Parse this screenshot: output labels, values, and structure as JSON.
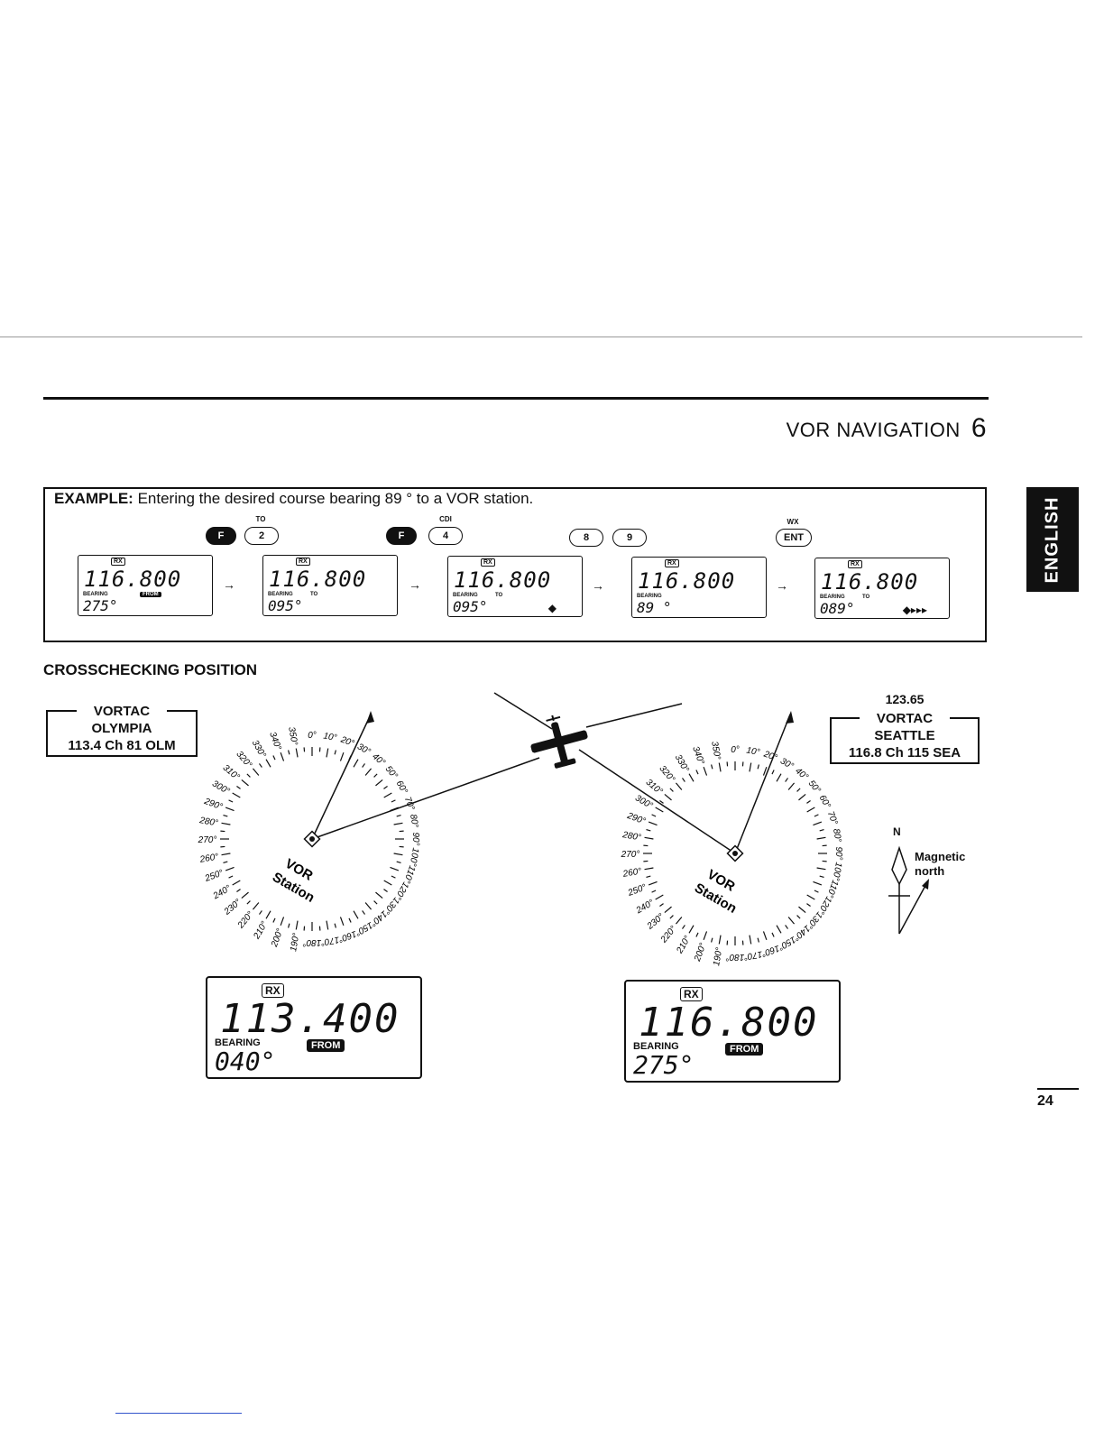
{
  "header": {
    "section_title": "VOR NAVIGATION",
    "section_number": "6"
  },
  "side_tab": {
    "label": "ENGLISH"
  },
  "example": {
    "label": "EXAMPLE:",
    "text": "Entering the desired course bearing 89 ° to a VOR station.",
    "keys": {
      "f1": "F",
      "k2": "2",
      "k2_label": "TO",
      "f2": "F",
      "k4": "4",
      "k4_label": "CDI",
      "k8": "8",
      "k9": "9",
      "ent": "ENT",
      "ent_label": "WX"
    },
    "displays": [
      {
        "rx": "RX",
        "freq": "116.800",
        "bearing_label": "BEARING",
        "to_label": "",
        "bearing": "275°",
        "from": "FROM",
        "indicator": ""
      },
      {
        "rx": "RX",
        "freq": "116.800",
        "bearing_label": "BEARING",
        "to_label": "TO",
        "bearing": "095°",
        "from": "",
        "indicator": ""
      },
      {
        "rx": "RX",
        "freq": "116.800",
        "bearing_label": "BEARING",
        "to_label": "TO",
        "bearing": "095°",
        "from": "",
        "indicator": "◆"
      },
      {
        "rx": "RX",
        "freq": "116.800",
        "bearing_label": "BEARING",
        "to_label": "",
        "bearing": "89 °",
        "from": "",
        "indicator": ""
      },
      {
        "rx": "RX",
        "freq": "116.800",
        "bearing_label": "BEARING",
        "to_label": "TO",
        "bearing": "089°",
        "from": "",
        "indicator": "◆▸▸▸"
      }
    ],
    "arrow": "→"
  },
  "crosscheck": {
    "title": "CROSSCHECKING POSITION",
    "left_station": {
      "type": "VORTAC",
      "name": "OLYMPIA",
      "info": "113.4 Ch 81 OLM"
    },
    "right_station": {
      "freq_top": "123.65",
      "type": "VORTAC",
      "name": "SEATTLE",
      "info": "116.8 Ch 115 SEA"
    },
    "vor_label_1": "VOR",
    "vor_label_2": "Station",
    "compass_ticks": [
      "0°",
      "10°",
      "20°",
      "30°",
      "40°",
      "50°",
      "60°",
      "70°",
      "80°",
      "90°",
      "100°",
      "110°",
      "120°",
      "130°",
      "140°",
      "150°",
      "160°",
      "170°",
      "180°",
      "190°",
      "200°",
      "210°",
      "220°",
      "230°",
      "240°",
      "250°",
      "260°",
      "270°",
      "280°",
      "290°",
      "300°",
      "310°",
      "320°",
      "330°",
      "340°",
      "350°"
    ],
    "left_display": {
      "rx": "RX",
      "freq": "113.400",
      "bearing_label": "BEARING",
      "bearing": "040°",
      "from": "FROM"
    },
    "right_display": {
      "rx": "RX",
      "freq": "116.800",
      "bearing_label": "BEARING",
      "bearing": "275°",
      "from": "FROM"
    },
    "north": {
      "letter": "N",
      "label_line1": "Magnetic",
      "label_line2": "north"
    }
  },
  "footer": {
    "page_number": "24"
  }
}
